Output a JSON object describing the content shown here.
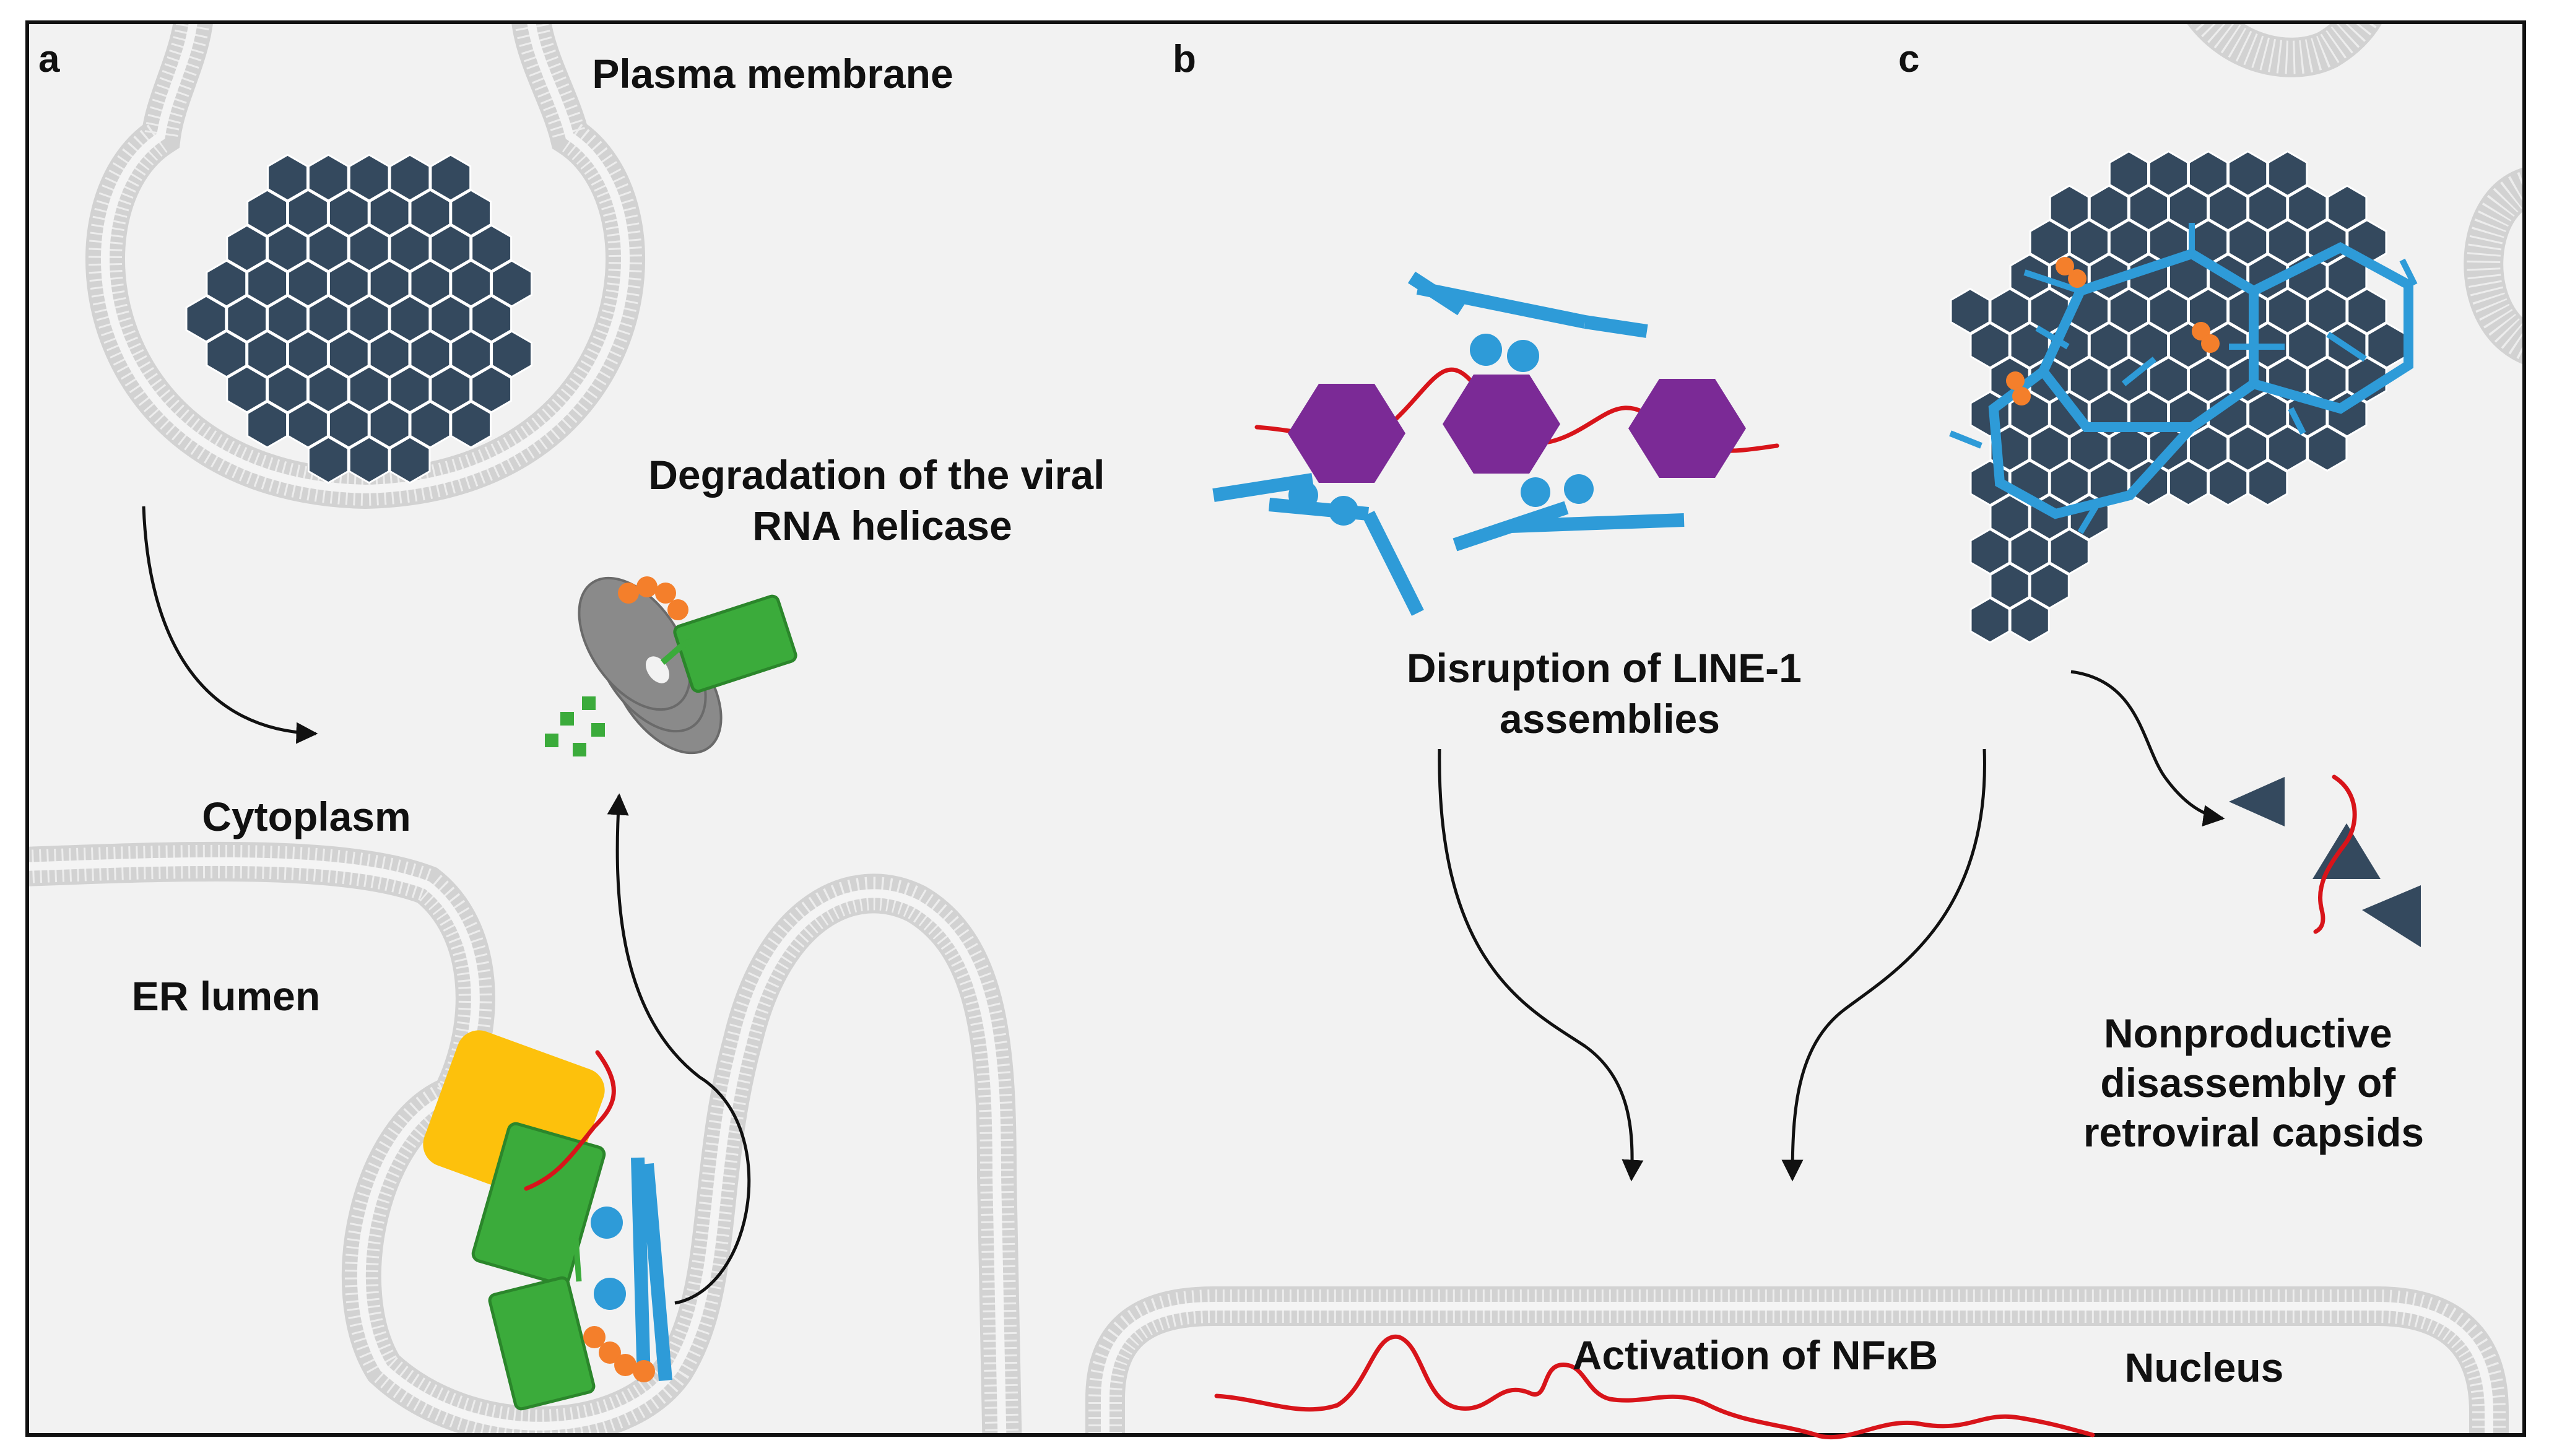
{
  "figure": {
    "panel_labels": {
      "a": "a",
      "b": "b",
      "c": "c"
    },
    "captions": {
      "plasma_membrane": "Plasma membrane",
      "degradation_line1": "Degradation of the viral",
      "degradation_line2": "RNA helicase",
      "cytoplasm": "Cytoplasm",
      "er_lumen": "ER lumen",
      "line1_line1": "Disruption of LINE-1",
      "line1_line2": "assemblies",
      "nonproductive_line1": "Nonproductive",
      "nonproductive_line2": "disassembly of",
      "nonproductive_line3": "retroviral capsids",
      "nfkb": "Activation of NFκB",
      "nucleus": "Nucleus"
    },
    "colors": {
      "capsid": "#34495e",
      "trim": "#2e9bd8",
      "rna": "#d8141a",
      "line1_orf": "#7b2a96",
      "helicase": "#3bab3b",
      "ubiquitin": "#f47f2b",
      "er_protein": "#fdc10c",
      "proteasome": "#8a8a8a",
      "membrane": "#d2d2d2"
    }
  }
}
